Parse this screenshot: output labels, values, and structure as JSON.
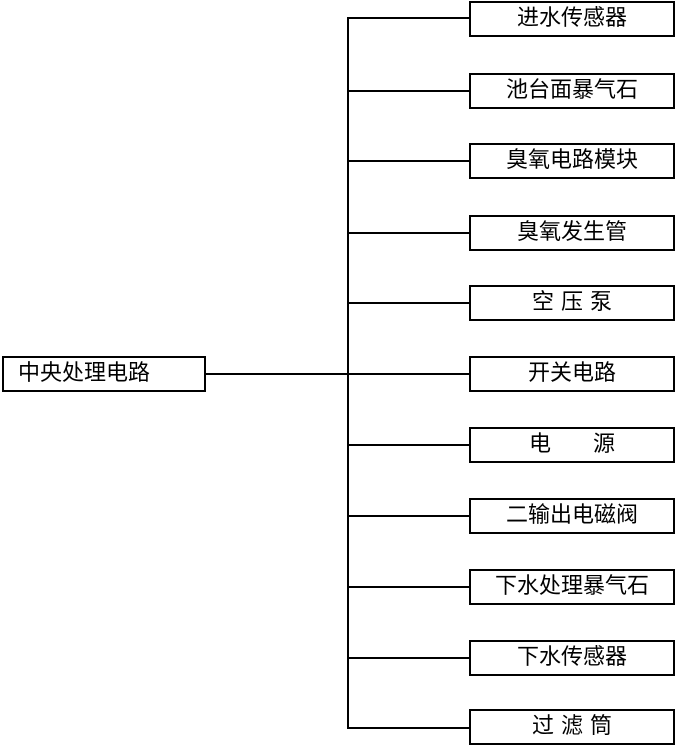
{
  "center": {
    "label": "中央处理电路"
  },
  "items": [
    {
      "label": "进水传感器"
    },
    {
      "label": "池台面暴气石"
    },
    {
      "label": "臭氧电路模块"
    },
    {
      "label": "臭氧发生管"
    },
    {
      "label": "空 压 泵"
    },
    {
      "label": "开关电路"
    },
    {
      "label": "电      源"
    },
    {
      "label": "二输出电磁阀"
    },
    {
      "label": "下水处理暴气石"
    },
    {
      "label": "下水传感器"
    },
    {
      "label": "过 滤 筒"
    }
  ]
}
